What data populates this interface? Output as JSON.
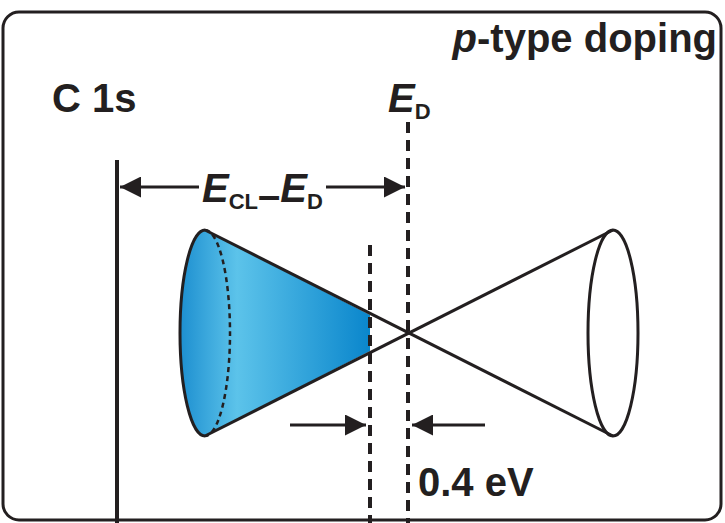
{
  "diagram": {
    "labels": [
      "p-type doping",
      "C 1s",
      "ED",
      "ECL",
      "–",
      "ED",
      "0.4 eV"
    ]
  }
}
